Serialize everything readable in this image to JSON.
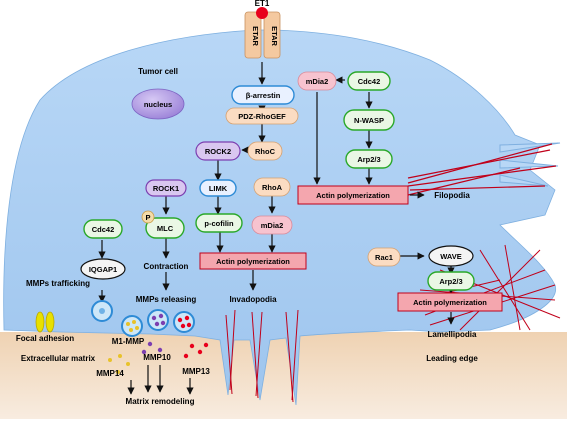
{
  "labels": {
    "et1": "ET1",
    "etar_left": "ETAR",
    "etar_right": "ETAR",
    "tumor_cell": "Tumor cell",
    "nucleus": "nucleus",
    "beta_arrestin": "β-arrestin",
    "pdz_rhogef": "PDZ-RhoGEF",
    "rhoc": "RhoC",
    "rock2": "ROCK2",
    "limk": "LIMK",
    "rhoa": "RhoA",
    "p_cofilin": "p-cofilin",
    "mdia2_mid": "mDia2",
    "actin_poly_mid": "Actin polymerization",
    "invadopodia": "Invadopodia",
    "rock1": "ROCK1",
    "p_badge": "P",
    "mlc": "MLC",
    "contraction": "Contraction",
    "mmps_releasing": "MMPs releasing",
    "cdc42_left": "Cdc42",
    "iqgap1": "IQGAP1",
    "mmps_trafficking": "MMPs trafficking",
    "m1_mmp": "M1-MMP",
    "mmp10": "MMP10",
    "mmp14": "MMP14",
    "mmp13": "MMP13",
    "matrix_remodeling": "Matrix remodeling",
    "focal_adhesion": "Focal adhesion",
    "extracellular_matrix": "Extracellular matrix",
    "mdia2_top": "mDia2",
    "cdc42_top": "Cdc42",
    "n_wasp": "N-WASP",
    "arp23_top": "Arp2/3",
    "actin_poly_top": "Actin polymerization",
    "filopodia": "Filopodia",
    "rac1": "Rac1",
    "wave": "WAVE",
    "arp23_right": "Arp2/3",
    "actin_poly_right": "Actin polymerization",
    "lamellipodia": "Lamellipodia",
    "leading_edge": "Leading edge"
  },
  "colors": {
    "cell_fill": "#a9cdf2",
    "ecm_fill": "#f3dcc4",
    "receptor": "#f4c9a0",
    "ligand": "#e8001c",
    "pink_node": "#f7c3cf",
    "green_outline": "#2aa82a",
    "blue_outline": "#2e8bd6",
    "nucleus_fill": "#b8a3e6",
    "actin_box": "#f4a6ae",
    "fiber": "#c0001a"
  }
}
